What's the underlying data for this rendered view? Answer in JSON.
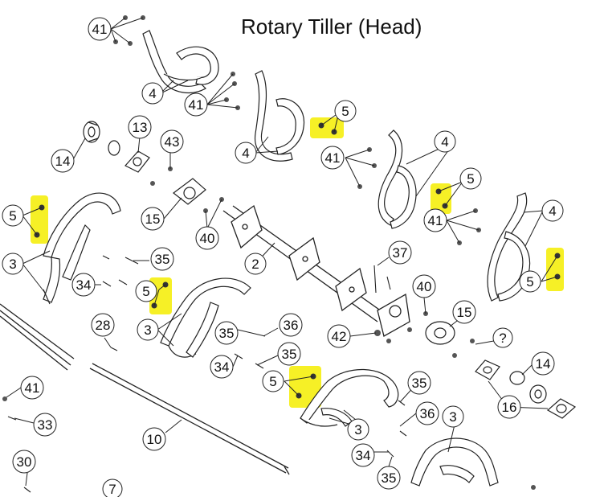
{
  "title": "Rotary Tiller (Head)",
  "highlight_color": "#f5ef1a",
  "callouts": {
    "c41_top": "41",
    "c4_a": "4",
    "c41_b": "41",
    "c4_b": "4",
    "c5_a": "5",
    "c13": "13",
    "c43": "43",
    "c14_a": "14",
    "c41_c": "41",
    "c4_c": "4",
    "c5_b": "5",
    "c41_d": "41",
    "c4_d": "4",
    "c5_left": "5",
    "c15_a": "15",
    "c40_a": "40",
    "c2": "2",
    "c3_left": "3",
    "c35_a": "35",
    "c34_a": "34",
    "c5_mid": "5",
    "c37": "37",
    "c5_right": "5",
    "c28": "28",
    "c3_mid": "3",
    "c40_b": "40",
    "c15_b": "15",
    "c36_a": "36",
    "c42": "42",
    "c35_b": "35",
    "c34_b": "34",
    "c_unknown": "?",
    "c14_b": "14",
    "c41_e": "41",
    "c5_bottom": "5",
    "c35_c": "35",
    "c16": "16",
    "c33": "33",
    "c36_b": "36",
    "c3_low": "3",
    "c3_right": "3",
    "c10": "10",
    "c34_c": "34",
    "c30": "30",
    "c35_d": "35",
    "c7": "7"
  }
}
